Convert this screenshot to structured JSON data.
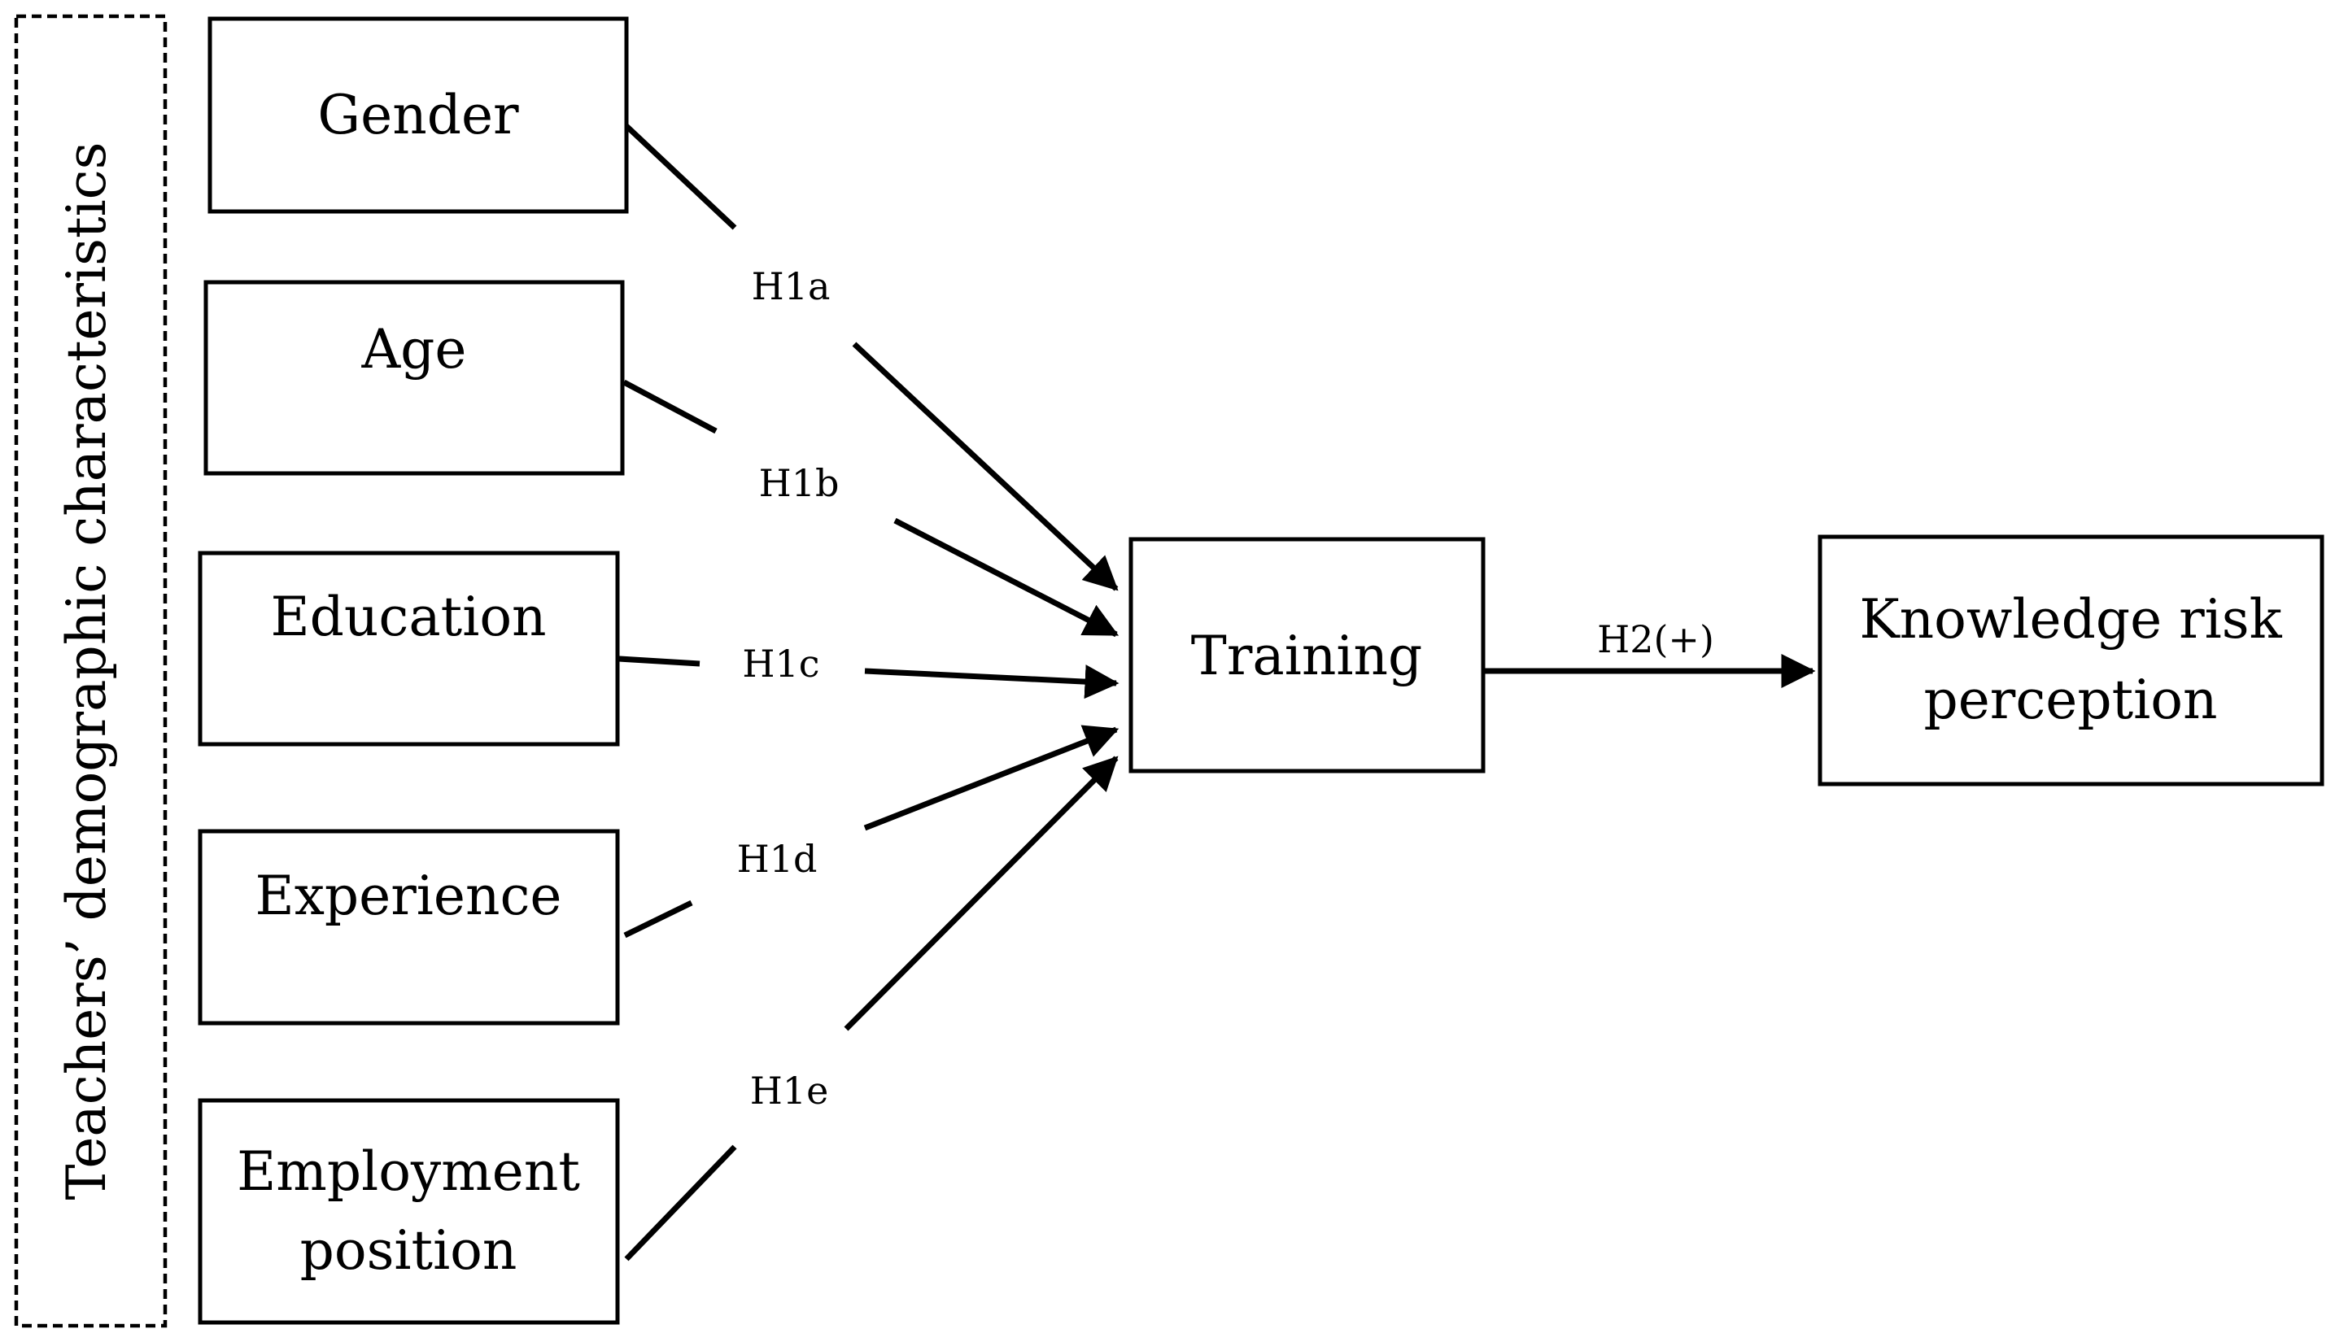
{
  "group": {
    "label": "Teachers’  demographic  characteristics"
  },
  "nodes": {
    "gender": "Gender",
    "age": "Age",
    "education": "Education",
    "experience": "Experience",
    "employment_line1": "Employment",
    "employment_line2": "position",
    "training": "Training",
    "krp_line1": "Knowledge risk",
    "krp_line2": "perception"
  },
  "edges": {
    "h1a": "H1a",
    "h1b": "H1b",
    "h1c": "H1c",
    "h1d": "H1d",
    "h1e": "H1e",
    "h2": "H2(+)"
  }
}
